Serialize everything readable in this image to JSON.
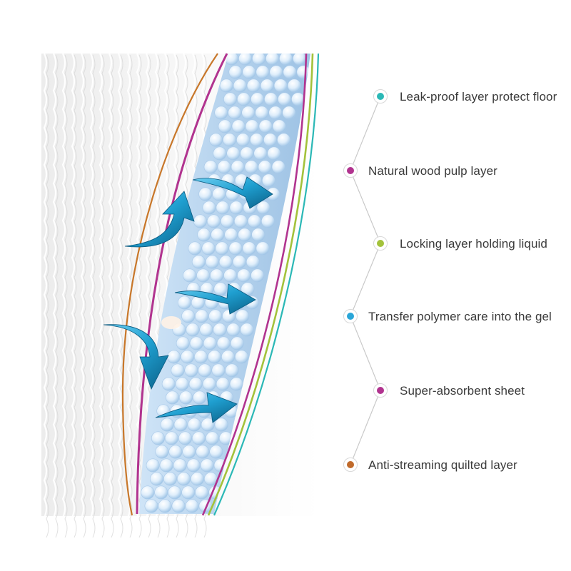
{
  "diagram": {
    "labels": [
      {
        "text": "Leak-proof layer protect floor",
        "color": "#2bb8b6"
      },
      {
        "text": "Natural wood pulp layer",
        "color": "#b1338f"
      },
      {
        "text": "Locking layer holding liquid",
        "color": "#a3c23b"
      },
      {
        "text": "Transfer polymer care into the gel",
        "color": "#2aa6d8"
      },
      {
        "text": "Super-absorbent sheet",
        "color": "#b1338f"
      },
      {
        "text": "Anti-streaming quilted layer",
        "color": "#c06a2b"
      }
    ],
    "connector_color": "#c9c9c9",
    "layer_colors": {
      "outer_orange": "#c8772a",
      "magenta": "#b1338f",
      "green": "#a3c23b",
      "teal": "#2bb8b6",
      "arrow_blue": "#1f9fd0"
    }
  }
}
